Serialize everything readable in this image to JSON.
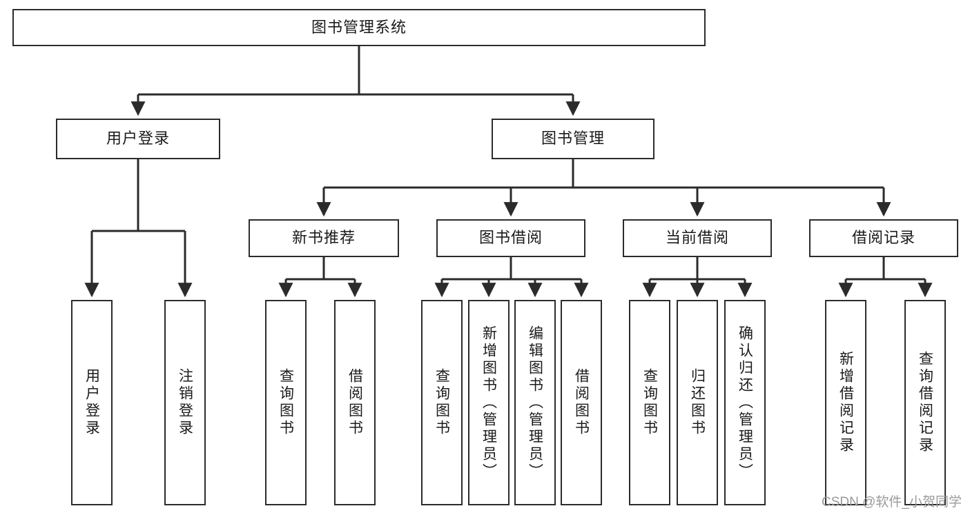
{
  "diagram": {
    "type": "hierarchy-tree",
    "title": "图书管理系统",
    "root": {
      "id": "root",
      "label": "图书管理系统"
    },
    "level2": [
      {
        "id": "user-login",
        "label": "用户登录"
      },
      {
        "id": "book-management",
        "label": "图书管理"
      }
    ],
    "level3": [
      {
        "id": "new-book-recommend",
        "label": "新书推荐",
        "parent": "book-management"
      },
      {
        "id": "book-borrow",
        "label": "图书借阅",
        "parent": "book-management"
      },
      {
        "id": "current-borrow",
        "label": "当前借阅",
        "parent": "book-management"
      },
      {
        "id": "borrow-record",
        "label": "借阅记录",
        "parent": "book-management"
      }
    ],
    "leaves": [
      {
        "id": "leaf-user-login",
        "label": "用户登录",
        "parent": "user-login"
      },
      {
        "id": "leaf-logout",
        "label": "注销登录",
        "parent": "user-login"
      },
      {
        "id": "leaf-query-book-1",
        "label": "查询图书",
        "parent": "new-book-recommend"
      },
      {
        "id": "leaf-borrow-book-1",
        "label": "借阅图书",
        "parent": "new-book-recommend"
      },
      {
        "id": "leaf-query-book-2",
        "label": "查询图书",
        "parent": "book-borrow"
      },
      {
        "id": "leaf-add-book",
        "label": "新增图书（管理员）",
        "parent": "book-borrow"
      },
      {
        "id": "leaf-edit-book",
        "label": "编辑图书（管理员）",
        "parent": "book-borrow"
      },
      {
        "id": "leaf-borrow-book-2",
        "label": "借阅图书",
        "parent": "book-borrow"
      },
      {
        "id": "leaf-query-book-3",
        "label": "查询图书",
        "parent": "current-borrow"
      },
      {
        "id": "leaf-return-book",
        "label": "归还图书",
        "parent": "current-borrow"
      },
      {
        "id": "leaf-confirm-return",
        "label": "确认归还（管理员）",
        "parent": "current-borrow"
      },
      {
        "id": "leaf-add-record",
        "label": "新增借阅记录",
        "parent": "borrow-record"
      },
      {
        "id": "leaf-query-record",
        "label": "查询借阅记录",
        "parent": "borrow-record"
      }
    ],
    "colors": {
      "stroke": "#2b2b2b",
      "fill": "#ffffff",
      "text": "#1a1a1a",
      "watermark": "#9a9a9a"
    }
  },
  "watermark": {
    "text": "CSDN @软件_小贺同学"
  }
}
